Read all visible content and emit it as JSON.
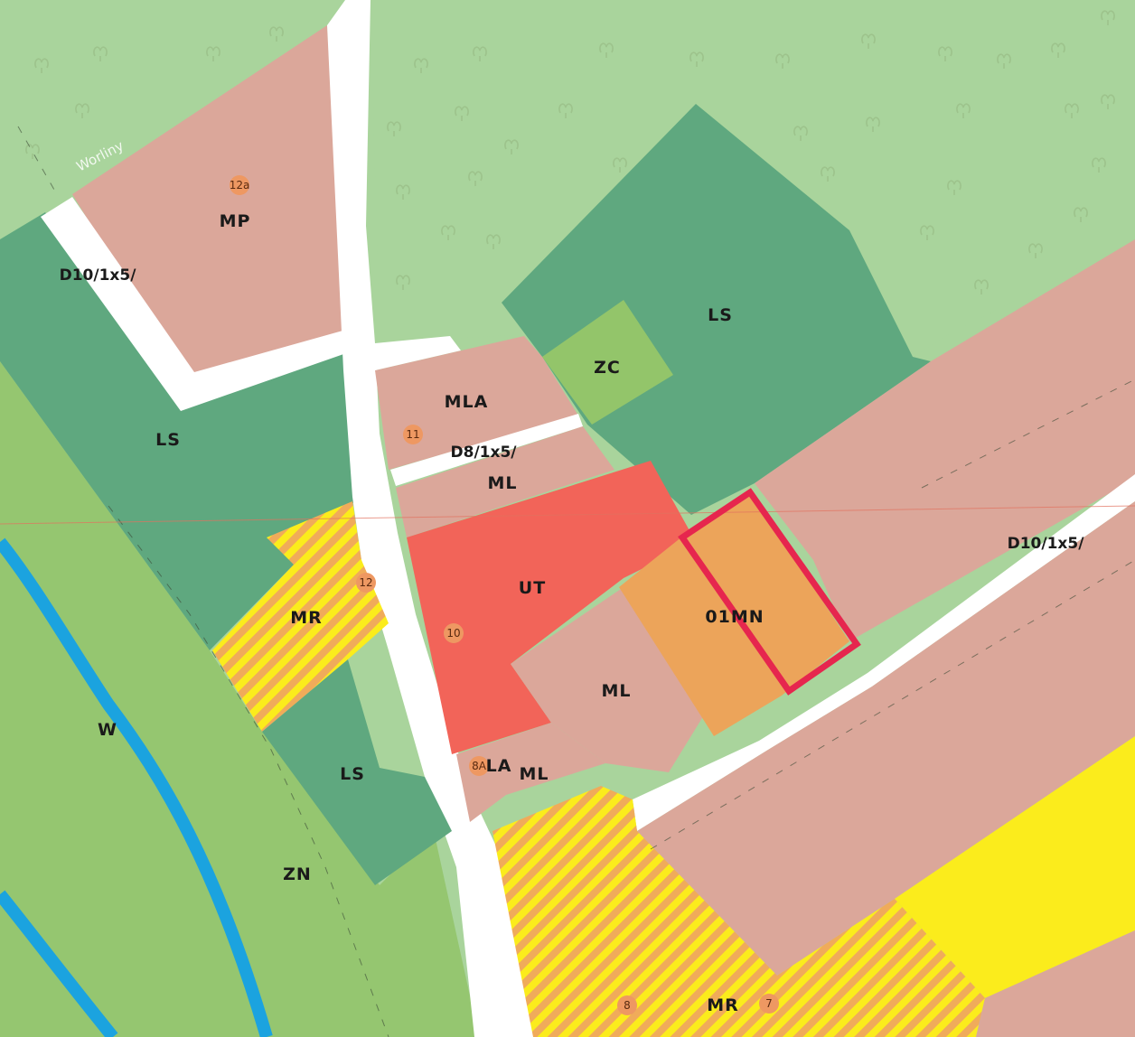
{
  "map": {
    "street_name": "Worliny",
    "zones": {
      "mp": "MP",
      "ls_left": "LS",
      "ls_top": "LS",
      "ls_bottom": "LS",
      "zc": "ZC",
      "mla": "MLA",
      "ml_upper": "ML",
      "ut": "UT",
      "ml_center": "ML",
      "mn": "01MN",
      "mr_left": "MR",
      "mla_small": "LA",
      "ml_small": "ML",
      "w": "W",
      "zn": "ZN",
      "mr_bottom": "MR"
    },
    "roads": {
      "top_left": "D10/1x5/",
      "middle": "D8/1x5/",
      "right": "D10/1x5/"
    },
    "parcel_numbers": {
      "n12a": "12a",
      "n11": "11",
      "n12": "12",
      "n10": "10",
      "n8a": "8A",
      "n8": "8",
      "n7": "7"
    },
    "colors": {
      "forest": "#a9d49c",
      "greenery_dark": "#5fa87f",
      "farmland": "#95c670",
      "residential": "#dba79a",
      "services": "#f26459",
      "orange": "#eca45a",
      "yellow": "#fbec1c",
      "zc": "#93c56a",
      "water": "#1ba3df",
      "highlight": "#e6264e",
      "marker": "#ee9862"
    }
  }
}
